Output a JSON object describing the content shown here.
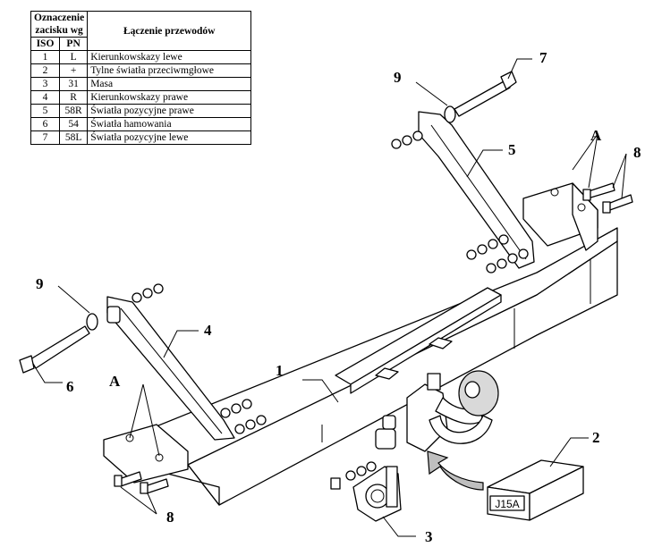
{
  "table": {
    "header_group": "Oznaczenie zacisku wg",
    "header_group_line1": "Oznaczenie",
    "header_group_line2": "zacisku wg",
    "header_desc": "Łączenie przewodów",
    "col_iso": "ISO",
    "col_pn": "PN",
    "rows": [
      {
        "iso": "1",
        "pn": "L",
        "desc": "Kierunkowskazy lewe"
      },
      {
        "iso": "2",
        "pn": "+",
        "desc": "Tylne światła przeciwmgłowe"
      },
      {
        "iso": "3",
        "pn": "31",
        "desc": "Masa"
      },
      {
        "iso": "4",
        "pn": "R",
        "desc": "Kierunkowskazy prawe"
      },
      {
        "iso": "5",
        "pn": "58R",
        "desc": "Światła pozycyjne prawe"
      },
      {
        "iso": "6",
        "pn": "54",
        "desc": "Światła hamowania"
      },
      {
        "iso": "7",
        "pn": "58L",
        "desc": "Światła pozycyjne lewe"
      }
    ]
  },
  "labels": {
    "part1": "1",
    "part2": "2",
    "part3": "3",
    "part4": "4",
    "part5": "5",
    "part6": "6",
    "part7": "7",
    "part8_top": "8",
    "part8_bottom": "8",
    "part9_top": "9",
    "part9_left": "9",
    "mount_a_top": "A",
    "mount_a_bottom": "A",
    "box_code": "J15A"
  }
}
